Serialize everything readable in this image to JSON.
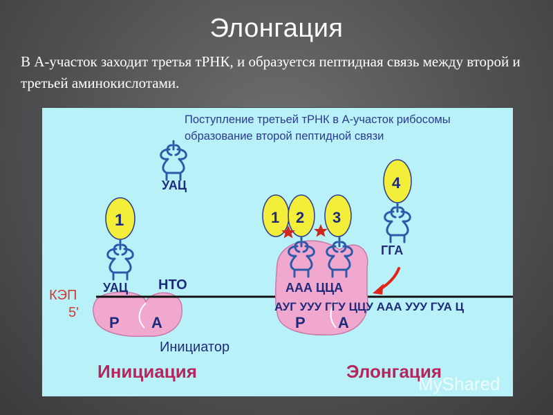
{
  "slide": {
    "title": "Элонгация",
    "text": "В А-участок заходит третья тРНК, и образуется пептидная связь между второй и третьей аминокислотами."
  },
  "figure": {
    "caption_line1": "Поступление третьей тРНК в А-участок рибосомы",
    "caption_line2": "образование второй пептидной связи",
    "free_trna_anticodon": "УАЦ",
    "initiation": {
      "amino_acid_label": "1",
      "anticodon": "УАЦ",
      "codon_label": "НТО",
      "cap_label": "КЭП",
      "five_prime_label": "5'",
      "p_site": "Р",
      "a_site": "А",
      "initiator_label": "Инициатор",
      "stage_label": "Инициация"
    },
    "elongation": {
      "amino_acids": [
        "1",
        "2",
        "3"
      ],
      "anticodons": "ААА ЦЦА",
      "incoming_amino_acid": "4",
      "incoming_anticodon": "ГГА",
      "mrna_sequence": "АУГ УУУ ГГУ ЦЦУ ААА УУУ ГУА Ц",
      "p_site": "Р",
      "a_site": "А",
      "stage_label": "Элонгация"
    }
  },
  "colors": {
    "figure_background": "#b8f1f7",
    "amino_acid_fill": "#f2ee3a",
    "trna_stroke": "#2d5aa8",
    "ribosome_fill": "#f1a8cf",
    "label_text": "#1e2a7a",
    "stage_text": "#b6265c",
    "arrow": "#e0261b",
    "peptide_bond_star": "#d0281e"
  },
  "watermark": "MyShared"
}
